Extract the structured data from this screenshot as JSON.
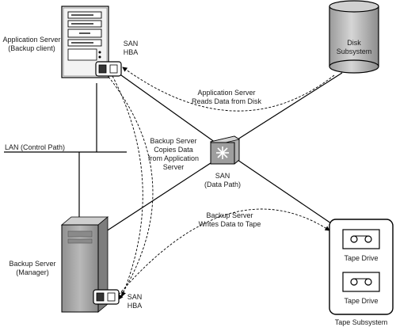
{
  "app_server": {
    "name": "Application Server",
    "role": "(Backup client)"
  },
  "app_hba": {
    "line1": "SAN",
    "line2": "HBA"
  },
  "disk": {
    "line1": "Disk",
    "line2": "Subsystem"
  },
  "arrow_read": {
    "line1": "Application Server",
    "line2": "Reads Data from Disk"
  },
  "lan": {
    "label": "LAN (Control Path)"
  },
  "arrow_copy": {
    "line1": "Backup Server",
    "line2": "Copies Data",
    "line3": "from Application",
    "line4": "Server"
  },
  "san": {
    "line1": "SAN",
    "line2": "(Data Path)"
  },
  "arrow_write": {
    "line1": "Backup Server",
    "line2": "Writes Data to Tape"
  },
  "backup_server": {
    "name": "Backup Server",
    "role": "(Manager)"
  },
  "backup_hba": {
    "line1": "SAN",
    "line2": "HBA"
  },
  "tape": {
    "drive1": "Tape Drive",
    "drive2": "Tape Drive",
    "subsystem": "Tape Subsystem"
  },
  "colors": {
    "line": "#000000",
    "tower_fill": "#f2f2f2",
    "backup_tower_fill": "#a9a9a9",
    "disk_fill": "#bdbdbd",
    "switch_fill": "#9e9e9e"
  },
  "icons": [
    "server-tower-icon",
    "disk-cylinder-icon",
    "san-switch-icon",
    "tape-cartridge-icon",
    "hba-card-icon"
  ]
}
